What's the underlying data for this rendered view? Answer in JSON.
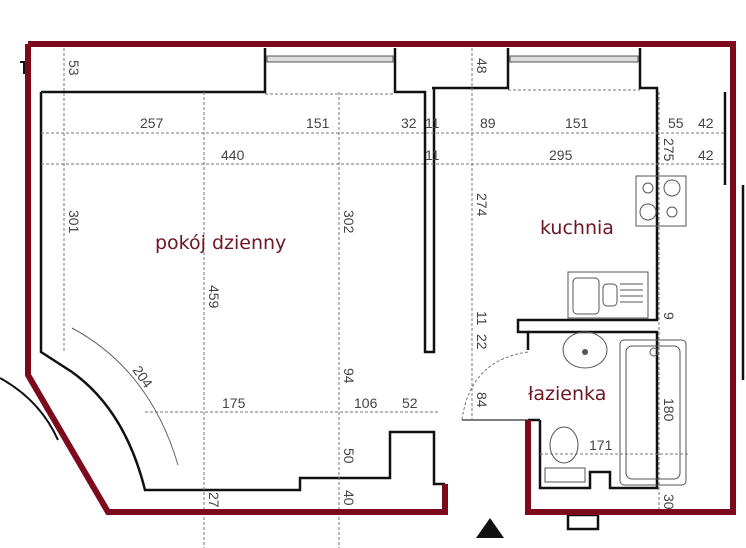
{
  "plan": {
    "colors": {
      "outline": "#7d0a1c",
      "room_label": "#6e1424",
      "wall": "#111111",
      "dimension": "#444444"
    },
    "rooms": [
      {
        "name": "pokój dzienny"
      },
      {
        "name": "kuchnia"
      },
      {
        "name": "łazienka"
      }
    ],
    "dimensions": {
      "d53": "53",
      "d48": "48",
      "d257": "257",
      "d151a": "151",
      "d32": "32",
      "d11a": "11",
      "d89": "89",
      "d151b": "151",
      "d55": "55",
      "d42a": "42",
      "d440": "440",
      "d11b": "11",
      "d295": "295",
      "d275": "275",
      "d42b": "42",
      "d301": "301",
      "d302": "302",
      "d459": "459",
      "d274": "274",
      "d204": "204",
      "d175": "175",
      "d106": "106",
      "d52": "52",
      "d94": "94",
      "d50": "50",
      "d40": "40",
      "d27": "27",
      "d11c": "11",
      "d22": "22",
      "d9": "9",
      "d84": "84",
      "d180": "180",
      "d171": "171",
      "d30": "30"
    },
    "icons": {
      "entrance": "entrance-arrow-icon"
    }
  }
}
